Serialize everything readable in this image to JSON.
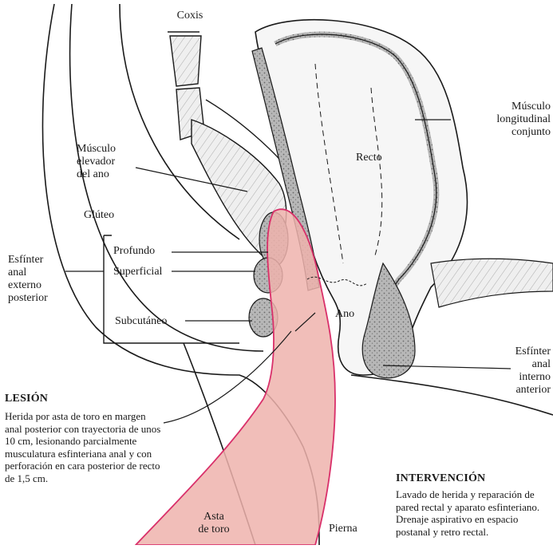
{
  "labels": {
    "coxis": "Coxis",
    "musculo_elevador": "Músculo\nelevador\ndel ano",
    "recto": "Recto",
    "musculo_longitudinal": "Músculo\nlongitudinal\nconjunto",
    "gluteo": "Glúteo",
    "esfinter_externo": "Esfínter\nanal\nexterno\nposterior",
    "profundo": "Profundo",
    "superficial": "Superficial",
    "subcutaneo": "Subcutáneo",
    "ano": "Ano",
    "esfinter_interno": "Esfínter\nanal\ninterno\nanterior",
    "asta_de_toro": "Asta\nde toro",
    "pierna": "Pierna"
  },
  "lesion": {
    "title": "LESIÓN",
    "text": "Herida por asta de toro en margen anal posterior con trayectoria de unos 10 cm, lesionando parcialmente musculatura esfinteriana anal y con perforación en cara posterior de recto de 1,5 cm."
  },
  "intervencion": {
    "title": "INTERVENCIÓN",
    "text": "Lavado de herida y reparación de pared rectal y aparato esfinteriano. Drenaje aspirativo en espacio postanal y retro rectal."
  },
  "colors": {
    "ink": "#1a1a1a",
    "muscle_fill": "#e9e9e9",
    "wall_fill": "#bdbdbd",
    "horn_fill": "#efb3ad",
    "horn_edge": "#d9306a"
  }
}
